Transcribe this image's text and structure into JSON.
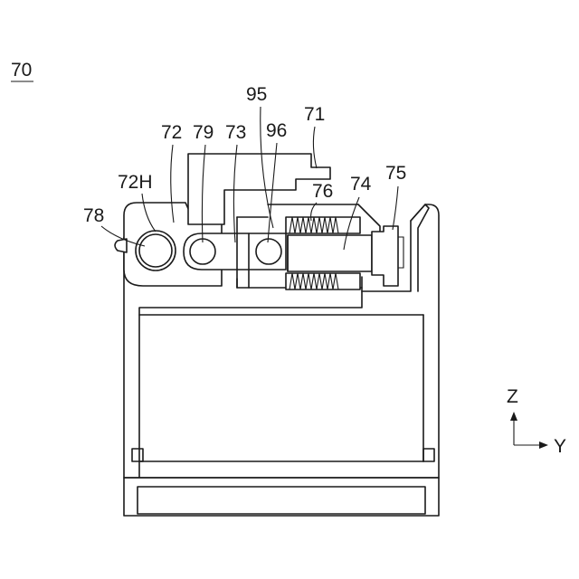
{
  "figure": {
    "figure_number": "70",
    "labels": {
      "l71": "71",
      "l72": "72",
      "l72h": "72H",
      "l73": "73",
      "l74": "74",
      "l75": "75",
      "l76": "76",
      "l78": "78",
      "l79": "79",
      "l95": "95",
      "l96": "96"
    },
    "axes": {
      "vertical": "Z",
      "horizontal": "Y"
    }
  }
}
